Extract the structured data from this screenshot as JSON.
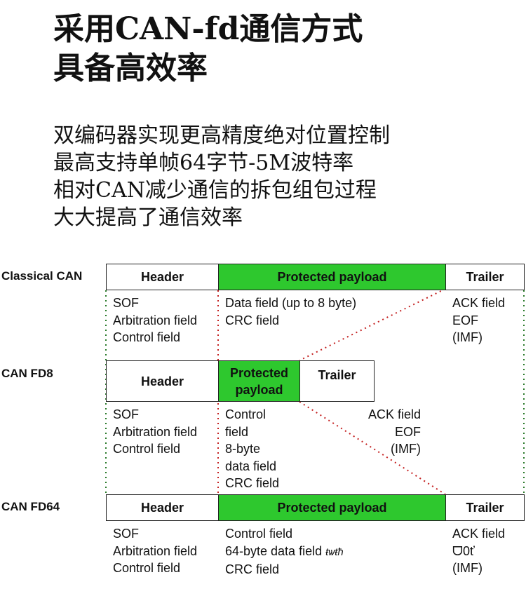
{
  "title": {
    "line1": "采用CAN-fd通信方式",
    "line2": "具备高效率"
  },
  "bullets": [
    "双编码器实现更高精度绝对位置控制",
    "最高支持单帧64字节-5M波特率",
    "相对CAN减少通信的拆包组包过程",
    "大大提高了通信效率"
  ],
  "colors": {
    "payload": "#2ec82e",
    "green_dots": "#2a7a2a",
    "red_dots": "#c42020"
  },
  "classical": {
    "label": "Classical CAN",
    "header": "Header",
    "payload": "Protected payload",
    "trailer": "Trailer",
    "header_fields": [
      "SOF",
      "Arbitration field",
      "Control field"
    ],
    "payload_fields": [
      "Data field (up to 8 byte)",
      "CRC field"
    ],
    "trailer_fields": [
      "ACK field",
      "EOF",
      "(IMF)"
    ]
  },
  "fd8": {
    "label": "CAN FD8",
    "header": "Header",
    "payload_line1": "Protected",
    "payload_line2": "payload",
    "trailer": "Trailer",
    "header_fields": [
      "SOF",
      "Arbitration field",
      "Control field"
    ],
    "payload_fields": [
      "Control",
      "field",
      "8-byte",
      "data field",
      "CRC field"
    ],
    "trailer_fields": [
      "ACK field",
      "EOF",
      "(IMF)"
    ]
  },
  "fd64": {
    "label": "CAN FD64",
    "header": "Header",
    "payload": "Protected payload",
    "trailer": "Trailer",
    "header_fields": [
      "SOF",
      "Arbitration field",
      "Control field"
    ],
    "payload_fields": [
      "Control field",
      "64-byte data field",
      "CRC field"
    ],
    "payload_scribble": "ŧѡŧħ",
    "trailer_fields": [
      "ACK field",
      "ᗜ0ť",
      "(IMF)"
    ]
  }
}
